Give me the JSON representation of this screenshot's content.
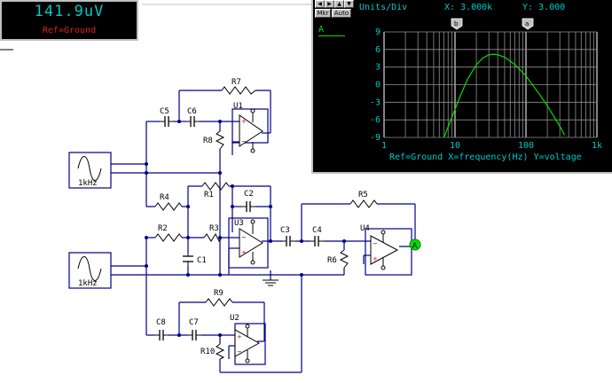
{
  "voltmeter": {
    "value": "141.9uV",
    "ref": "Ref=Ground"
  },
  "plotter": {
    "toolbar": {
      "btn1": "Mkr",
      "btn2": "Auto"
    },
    "units_label": "Units/Div",
    "x_readout": "X: 3.000k",
    "y_readout": "Y: 3.000",
    "trace_label": "A",
    "cursor_a": "a",
    "cursor_b": "b",
    "footer": "Ref=Ground  X=frequency(Hz) Y=voltage",
    "trace_color": "#00e000"
  },
  "chart_data": {
    "type": "line",
    "x_scale": "log",
    "xlim": [
      1,
      1000
    ],
    "ylim": [
      -9,
      9
    ],
    "x_ticks": [
      "1",
      "10",
      "100",
      "1k"
    ],
    "y_ticks": [
      "9",
      "6",
      "3",
      "0",
      "-3",
      "-6",
      "-9"
    ],
    "series": [
      {
        "x": [
          7,
          8,
          10,
          12,
          15,
          20,
          25,
          30,
          35,
          40,
          50,
          70,
          100,
          150,
          200,
          300,
          350
        ],
        "y": [
          -9,
          -7.2,
          -4.2,
          -1.8,
          0.9,
          3.4,
          4.6,
          5.1,
          5.2,
          5.1,
          4.7,
          3.4,
          1.5,
          -1.4,
          -3.6,
          -7.1,
          -8.6
        ]
      }
    ]
  },
  "circuit": {
    "sources": [
      {
        "label": "1kHz"
      },
      {
        "label": "1kHz"
      }
    ],
    "components": {
      "R1": "R1",
      "R2": "R2",
      "R3": "R3",
      "R4": "R4",
      "R5": "R5",
      "R6": "R6",
      "R7": "R7",
      "R8": "R8",
      "R9": "R9",
      "R10": "R10",
      "C1": "C1",
      "C2": "C2",
      "C3": "C3",
      "C4": "C4",
      "C5": "C5",
      "C6": "C6",
      "C7": "C7",
      "C8": "C8",
      "U1": "U1",
      "U2": "U2",
      "U3": "U3",
      "U4": "U4"
    },
    "probe": "A"
  }
}
